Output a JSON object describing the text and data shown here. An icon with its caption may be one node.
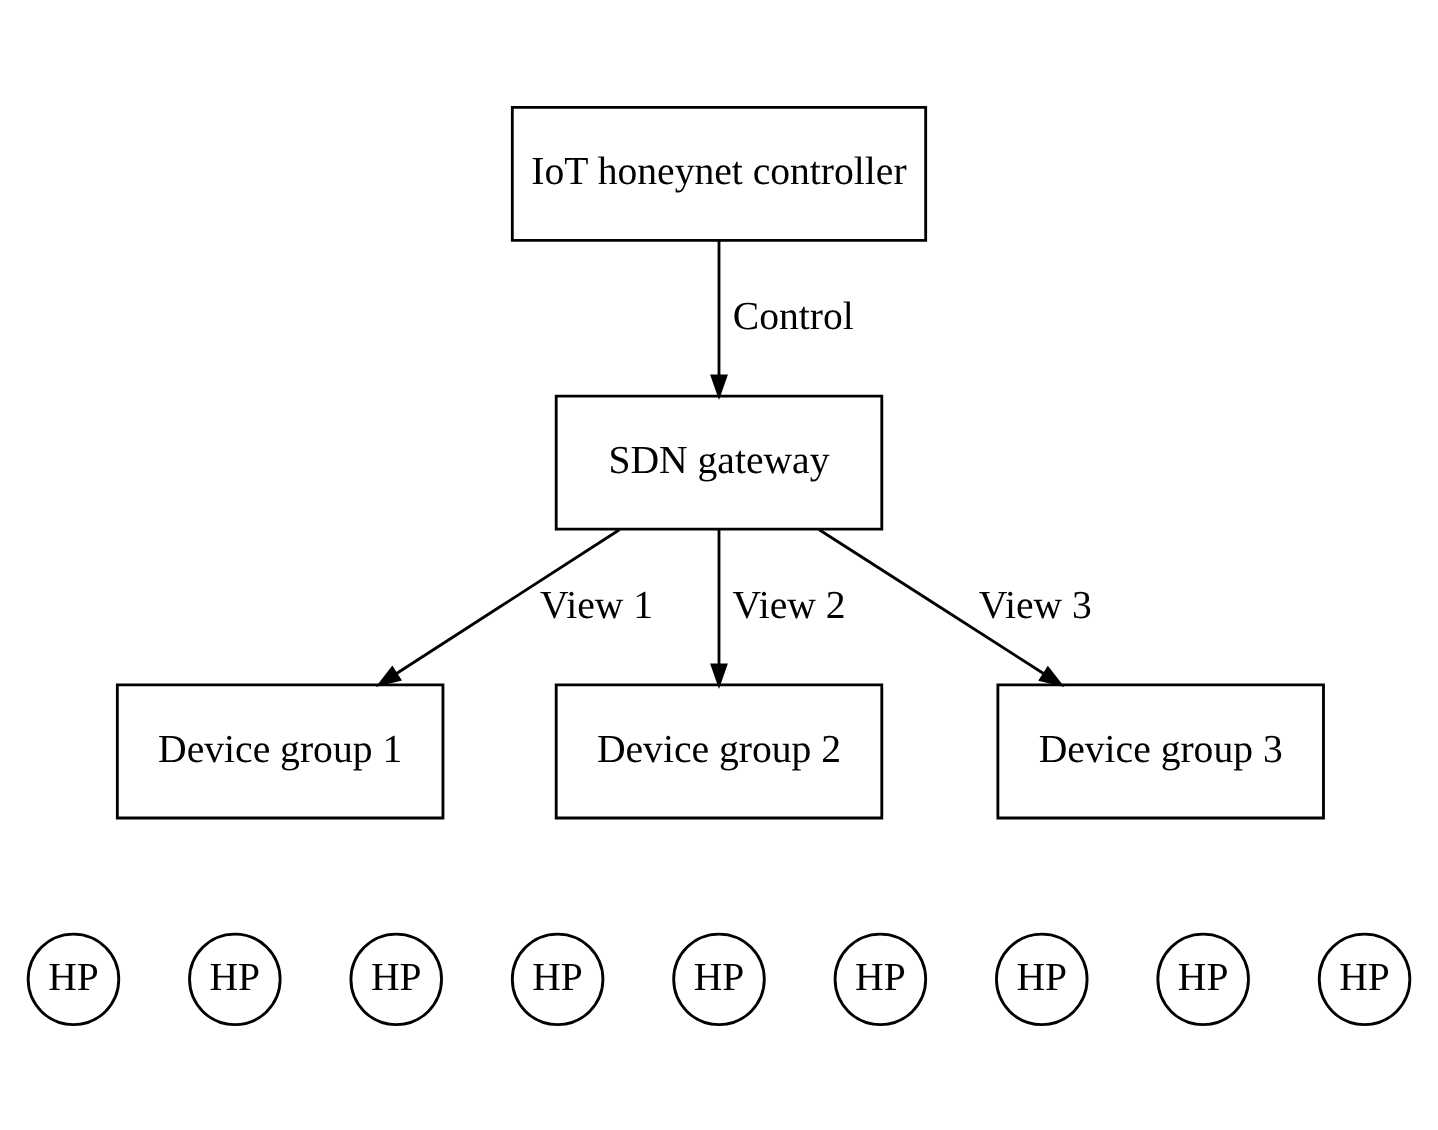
{
  "diagram": {
    "nodes": [
      {
        "text": [
          "IoT honeynet controller"
        ]
      },
      {
        "text": [
          "SDN gateway"
        ]
      },
      {
        "text": [
          "Device group 1"
        ]
      },
      {
        "text": [
          "Device group 2"
        ]
      },
      {
        "text": [
          "Device group 3"
        ]
      },
      {
        "text": [
          "HP"
        ]
      },
      {
        "text": [
          "HP"
        ]
      },
      {
        "text": [
          "HP"
        ]
      },
      {
        "text": [
          "HP"
        ]
      },
      {
        "text": [
          "HP"
        ]
      },
      {
        "text": [
          "HP"
        ]
      },
      {
        "text": [
          "HP"
        ]
      },
      {
        "text": [
          "HP"
        ]
      },
      {
        "text": [
          "HP"
        ]
      }
    ],
    "edges": [
      {
        "from": 0,
        "to": 1,
        "arrow": "to",
        "label": "Control"
      },
      {
        "from": 1,
        "to": 2,
        "arrow": "to",
        "label": "View 1"
      },
      {
        "from": 1,
        "to": 3,
        "arrow": "to",
        "label": "View 2"
      },
      {
        "from": 1,
        "to": 4,
        "arrow": "to",
        "label": "View 3"
      }
    ]
  }
}
